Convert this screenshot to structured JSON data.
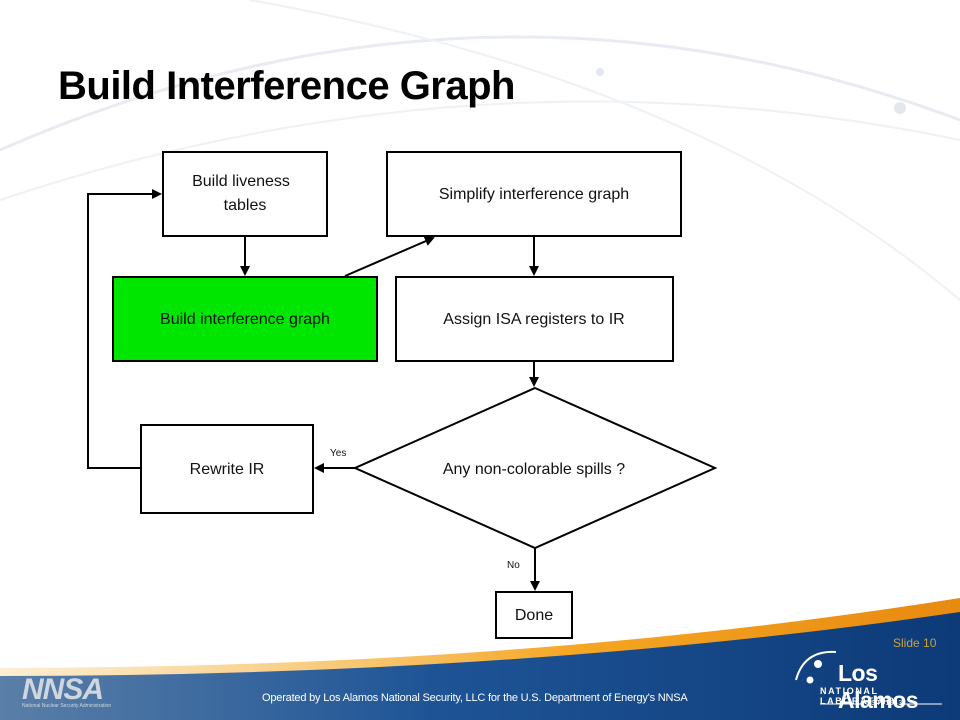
{
  "title": "Build Interference Graph",
  "flowchart": {
    "nodes": {
      "build_liveness": [
        "Build liveness",
        "tables"
      ],
      "build_interference": "Build interference graph",
      "simplify": "Simplify interference graph",
      "assign": "Assign ISA registers to IR",
      "decision": "Any non-colorable spills ?",
      "rewrite": "Rewrite IR",
      "done": "Done"
    },
    "edge_labels": {
      "yes": "Yes",
      "no": "No"
    },
    "highlight_color": "#00e600"
  },
  "footer": {
    "slide_number": "Slide 10",
    "operated_by": "Operated by Los Alamos National Security, LLC for the U.S. Department of Energy's NNSA",
    "nnsa_logo_text": "NNSA",
    "nnsa_logo_subtext": "National Nuclear Security Administration",
    "lanl_name": "Los Alamos",
    "lanl_subtitle": "NATIONAL LABORATORY",
    "lanl_est": "EST. 1943"
  }
}
